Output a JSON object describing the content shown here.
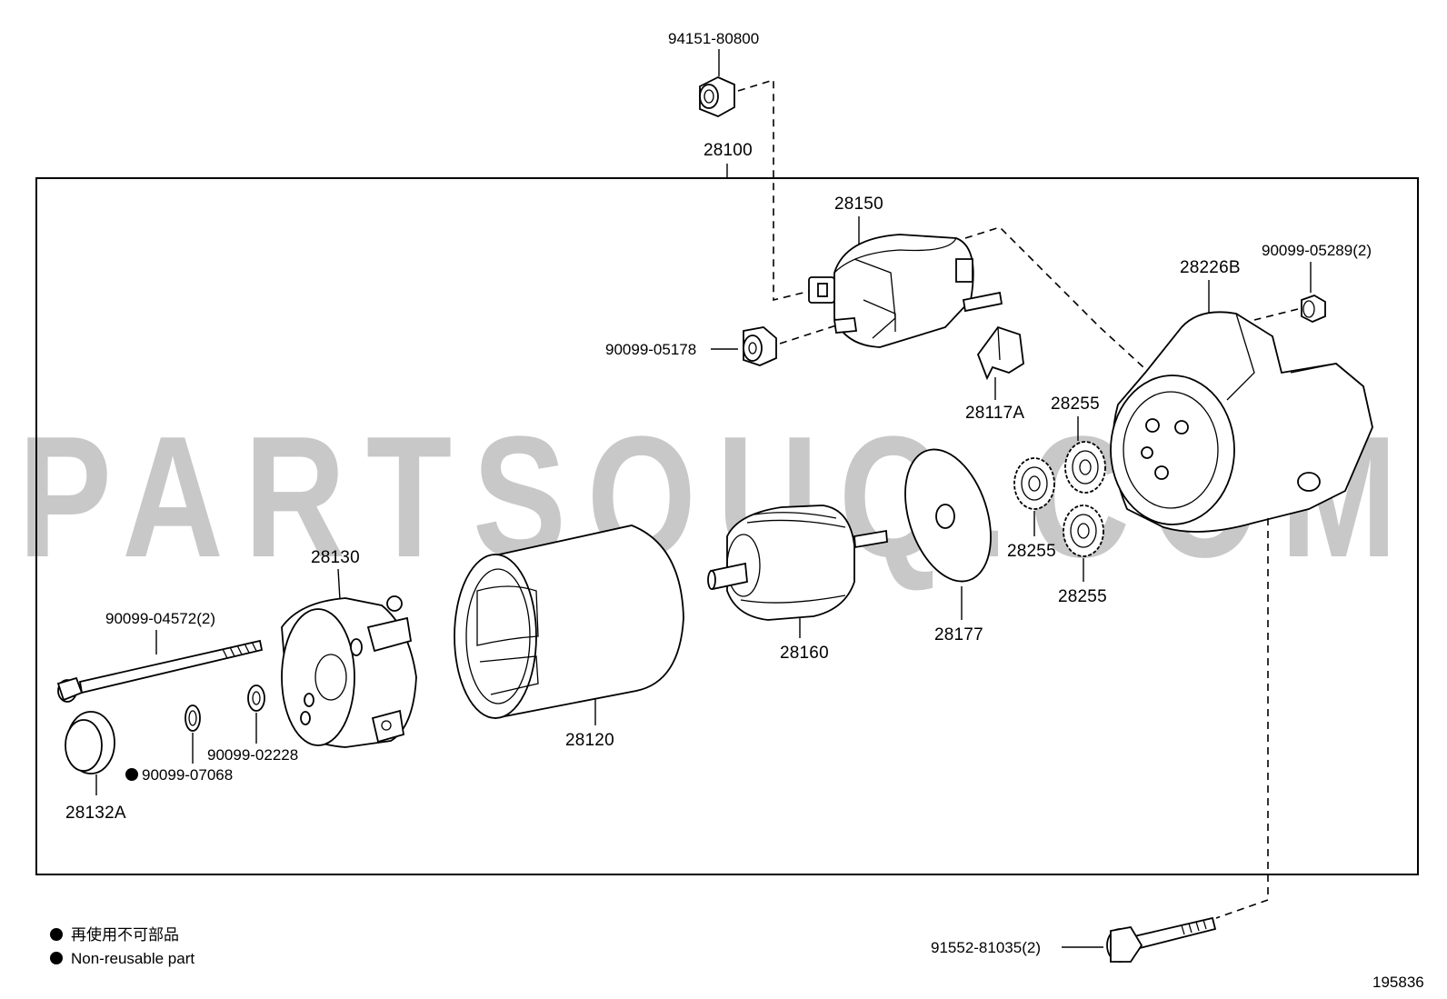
{
  "watermark": "PARTSOUQ.COM",
  "assembly_label": "28100",
  "parts": {
    "nut_top": "94151-80800",
    "solenoid": "28150",
    "nut_solenoid": "90099-05178",
    "nut_right": "90099-05289(2)",
    "housing": "28226B",
    "clip": "28117A",
    "gear_top": "28255",
    "gear_mid": "28255",
    "gear_bottom": "28255",
    "plate": "28177",
    "armature": "28160",
    "yoke": "28120",
    "end_frame": "28130",
    "through_bolt": "90099-04572(2)",
    "washer": "90099-02228",
    "ring": "90099-07068",
    "cap": "28132A",
    "bolt_bottom": "91552-81035(2)"
  },
  "legend": {
    "line_jp": "再使用不可部品",
    "line_en": "Non-reusable part"
  },
  "diagram_number": "195836"
}
